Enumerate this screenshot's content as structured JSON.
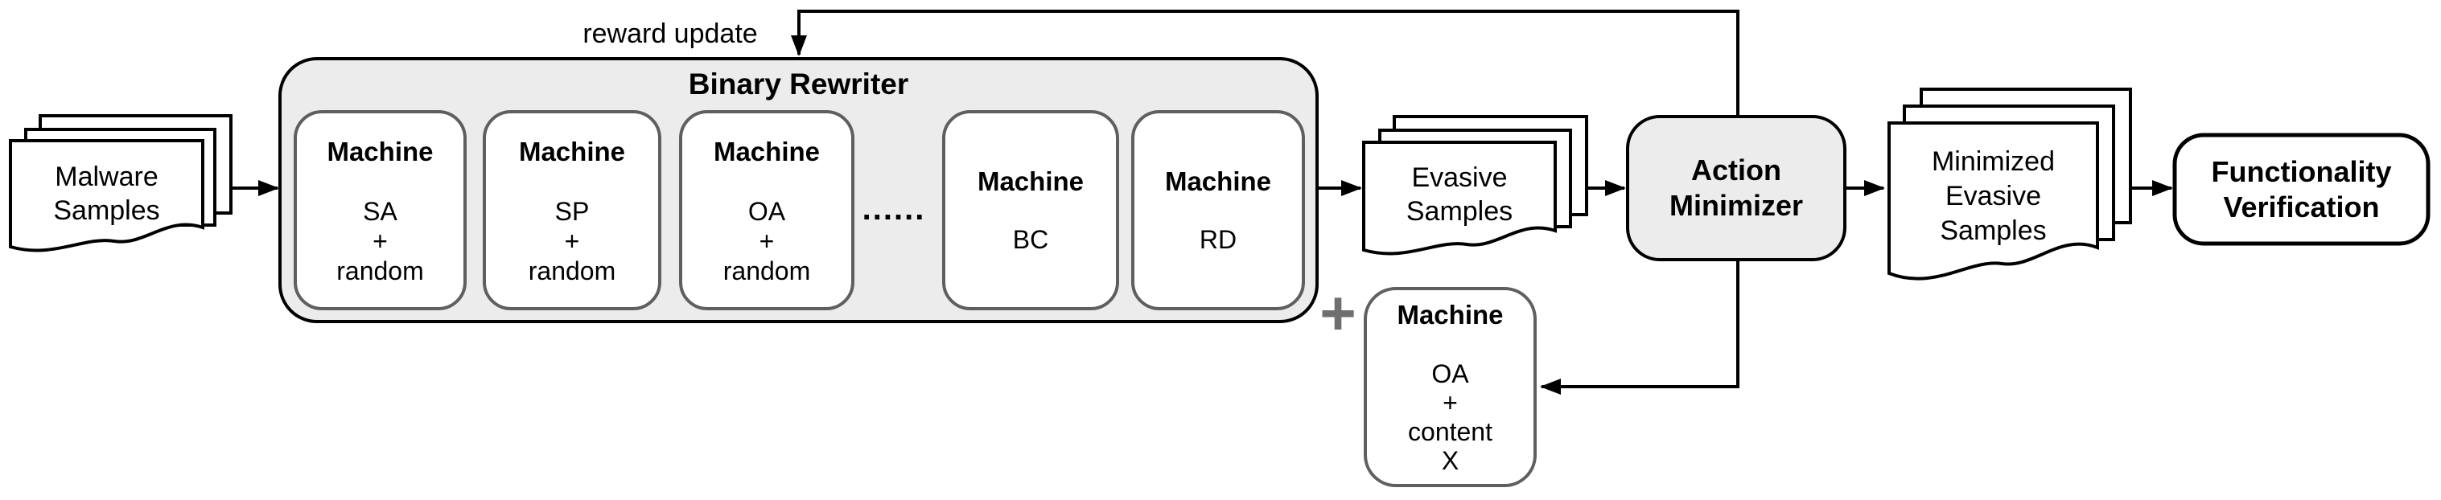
{
  "diagram": {
    "reward_label": "reward update",
    "plus_sign": "+",
    "ellipsis": "......",
    "malware_samples": {
      "line1": "Malware",
      "line2": "Samples"
    },
    "binary_rewriter": {
      "title": "Binary Rewriter",
      "machines": [
        {
          "header": "Machine",
          "line1": "SA",
          "line2": "+",
          "line3": "random"
        },
        {
          "header": "Machine",
          "line1": "SP",
          "line2": "+",
          "line3": "random"
        },
        {
          "header": "Machine",
          "line1": "OA",
          "line2": "+",
          "line3": "random"
        },
        {
          "header": "Machine",
          "value": "BC"
        },
        {
          "header": "Machine",
          "value": "RD"
        }
      ]
    },
    "evasive_samples": {
      "line1": "Evasive",
      "line2": "Samples"
    },
    "action_minimizer": {
      "line1": "Action",
      "line2": "Minimizer"
    },
    "machine_oa_content": {
      "header": "Machine",
      "line1": "OA",
      "line2": "+",
      "line3": "content",
      "line4": "X"
    },
    "minimized_evasive_samples": {
      "line1": "Minimized",
      "line2": "Evasive",
      "line3": "Samples"
    },
    "functionality_verification": {
      "line1": "Functionality",
      "line2": "Verification"
    },
    "colors": {
      "container_fill": "#ececec",
      "machine_border": "#5f5f5f",
      "plus": "#6f6f6f",
      "line": "#000000",
      "page_fill": "#ffffff"
    }
  }
}
